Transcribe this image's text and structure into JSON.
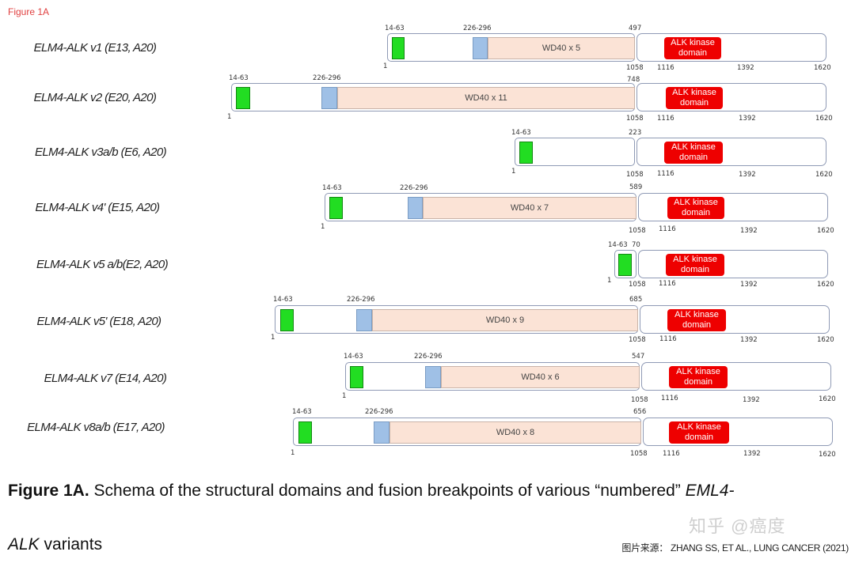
{
  "figure_label": "Figure 1A",
  "variants": [
    {
      "label": "ELM4-ALK v1 (E13, A20)",
      "start": "1",
      "coil": "14-63",
      "coil2": "226-296",
      "wd": "WD40 x 5",
      "bp": "497"
    },
    {
      "label": "ELM4-ALK v2 (E20, A20)",
      "start": "1",
      "coil": "14-63",
      "coil2": "226-296",
      "wd": "WD40 x 11",
      "bp": "748"
    },
    {
      "label": "ELM4-ALK v3a/b (E6, A20)",
      "start": "1",
      "coil": "14-63",
      "coil2": "",
      "wd": "",
      "bp": "223"
    },
    {
      "label": "ELM4-ALK v4' (E15, A20)",
      "start": "1",
      "coil": "14-63",
      "coil2": "226-296",
      "wd": "WD40 x 7",
      "bp": "589"
    },
    {
      "label": "ELM4-ALK v5 a/b(E2, A20)",
      "start": "1",
      "coil": "14-63",
      "coil2": "",
      "wd": "",
      "bp": "70"
    },
    {
      "label": "ELM4-ALK v5' (E18, A20)",
      "start": "1",
      "coil": "14-63",
      "coil2": "226-296",
      "wd": "WD40 x 9",
      "bp": "685"
    },
    {
      "label": "ELM4-ALK v7 (E14, A20)",
      "start": "1",
      "coil": "14-63",
      "coil2": "226-296",
      "wd": "WD40 x 6",
      "bp": "547"
    },
    {
      "label": "ELM4-ALK v8a/b (E17, A20)",
      "start": "1",
      "coil": "14-63",
      "coil2": "226-296",
      "wd": "WD40 x 8",
      "bp": "656"
    }
  ],
  "alk": {
    "domain_label": "ALK kinase domain",
    "t1": "1058",
    "t2": "1116",
    "t3": "1392",
    "t4": "1620"
  },
  "caption": {
    "prefix": "Figure 1A.",
    "text": " Schema of the structural domains and fusion breakpoints of various “numbered” ",
    "gene1": "EML4-",
    "gene2": "ALK",
    "suffix": " variants"
  },
  "source": "图片来源：  ZHANG SS, ET AL., LUNG CANCER (2021)",
  "watermark": "知乎 @癌度",
  "colors": {
    "coiled_coil": "#22dd22",
    "basic_region": "#9fc0e6",
    "wd40": "#fbe3d6",
    "kinase": "#ee0000",
    "box_border": "#8f9ab5"
  }
}
